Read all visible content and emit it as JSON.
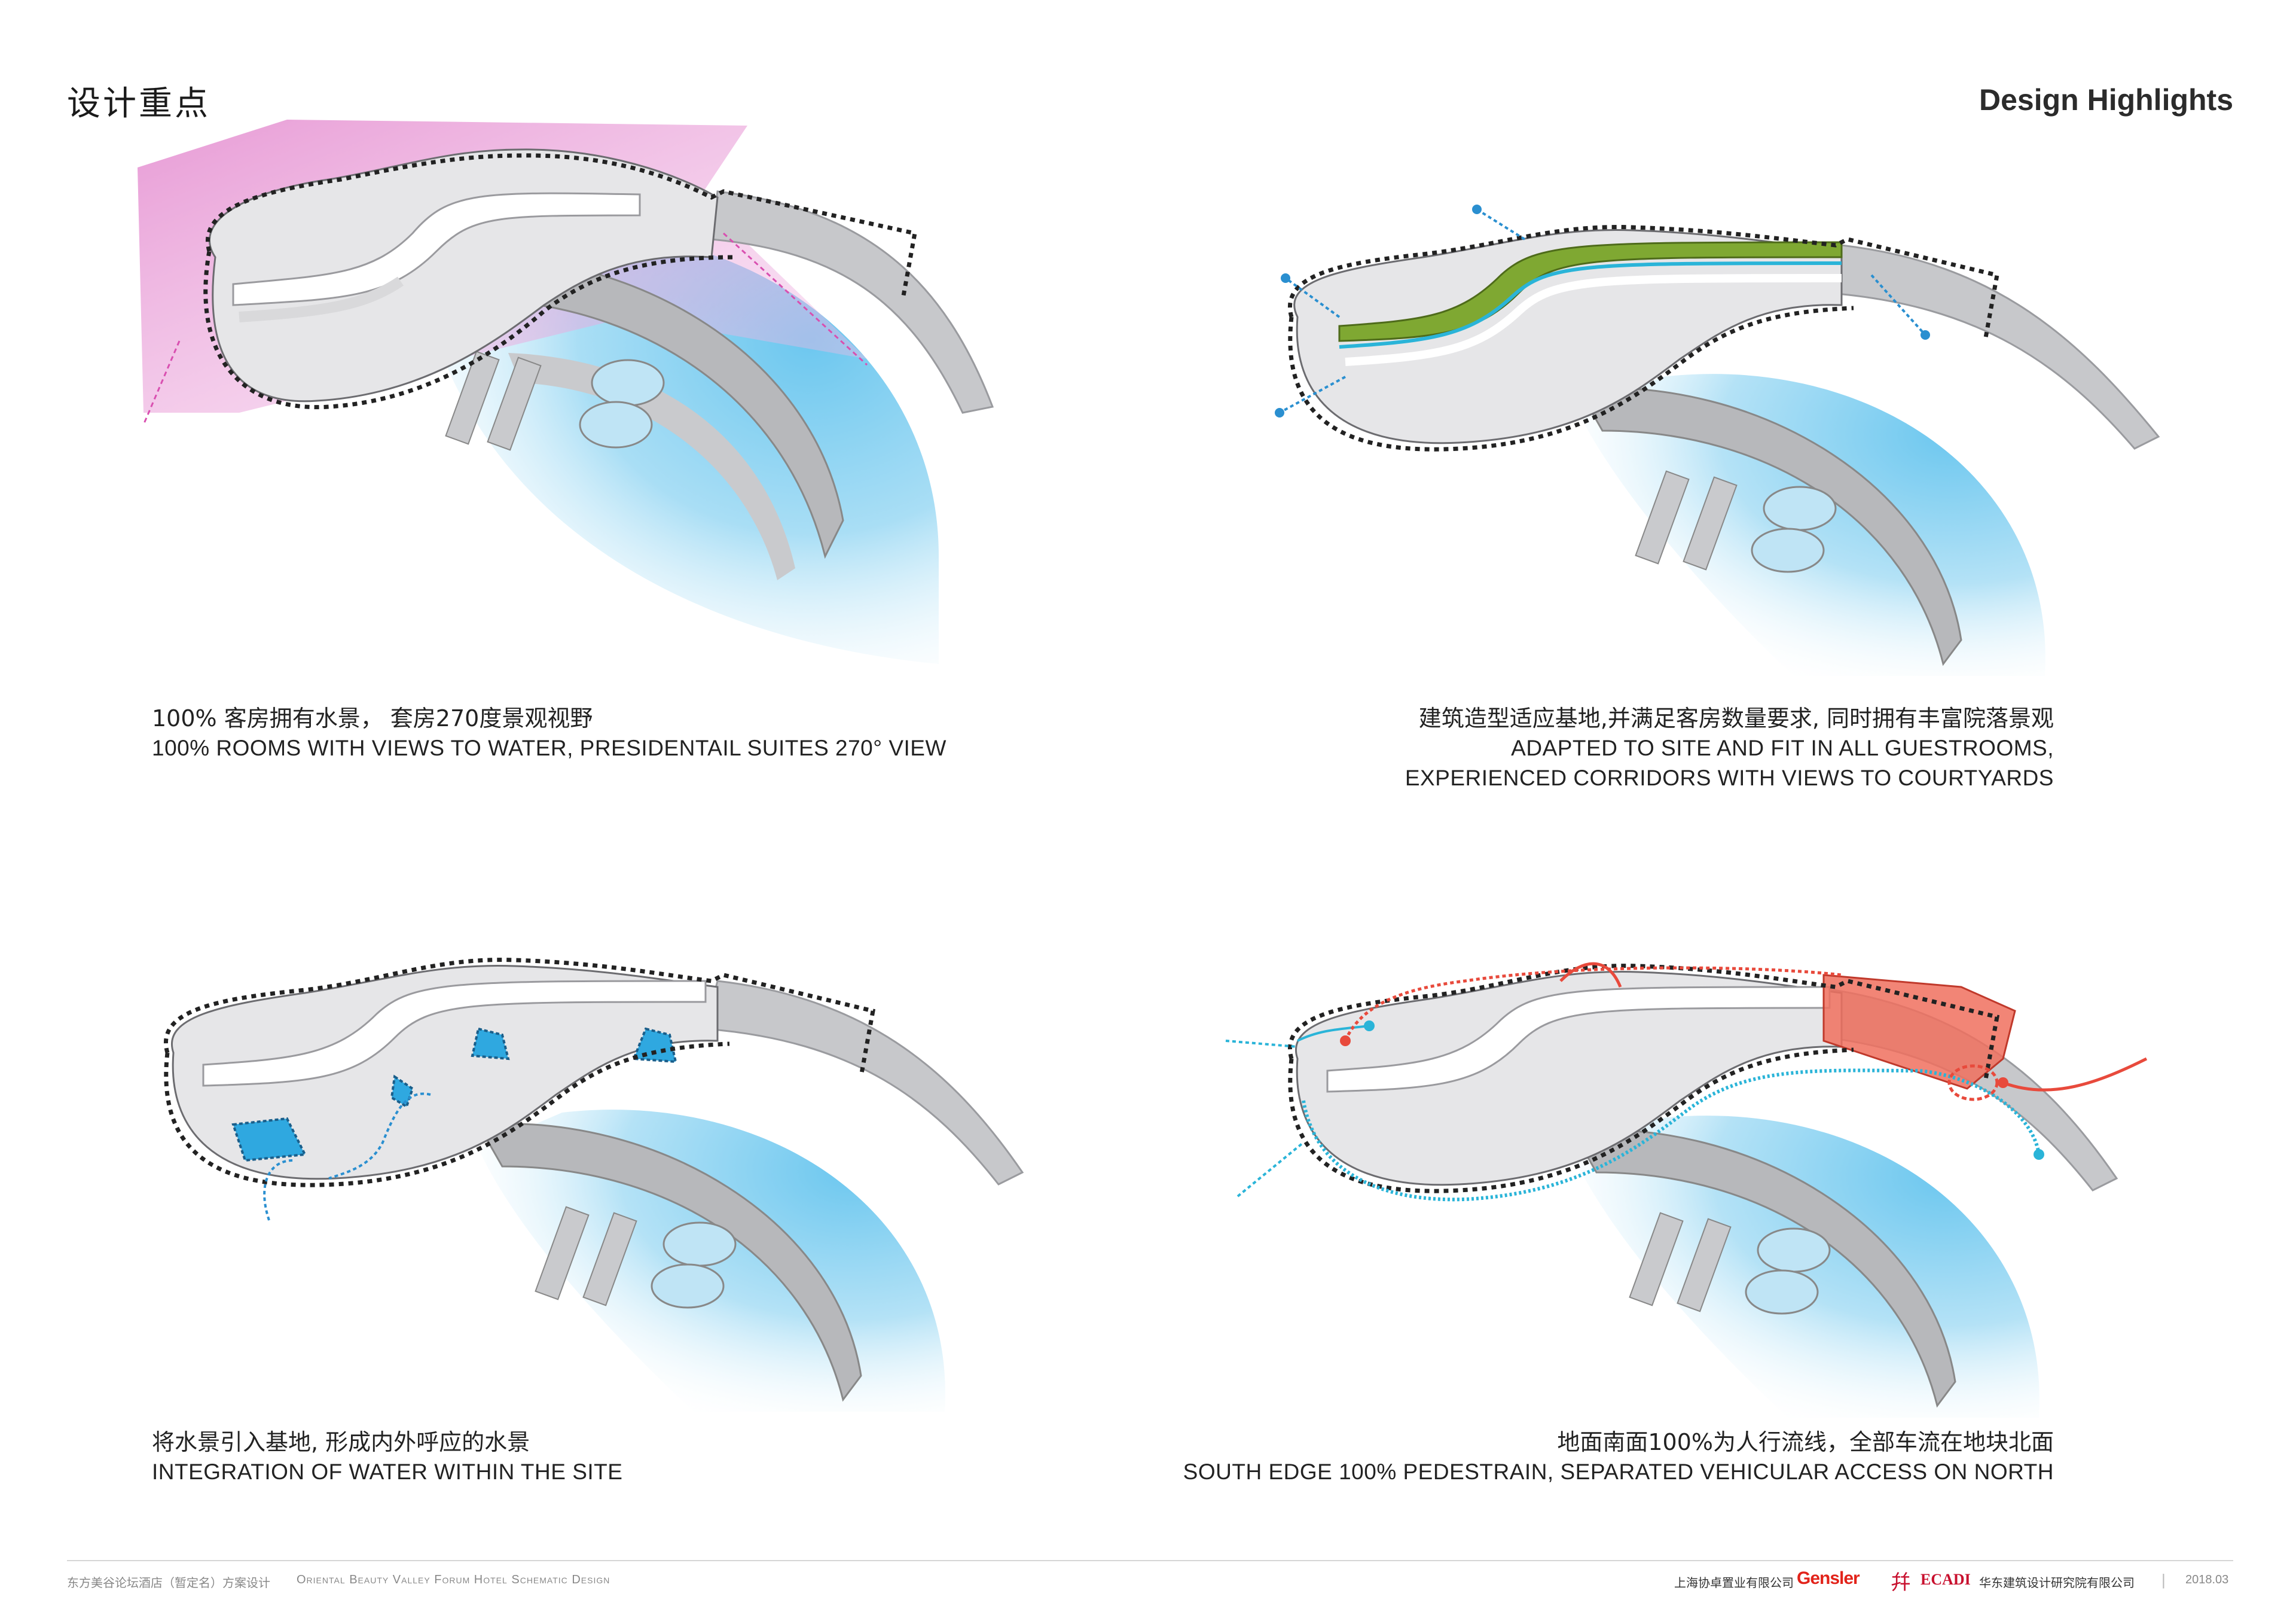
{
  "header": {
    "title_cn": "设计重点",
    "title_en": "Design Highlights"
  },
  "panels": [
    {
      "caption_cn": "100%  客房拥有水景， 套房270度景观视野",
      "caption_en": "100% ROOMS WITH VIEWS TO WATER, PRESIDENTAIL SUITES 270° VIEW"
    },
    {
      "caption_cn": "建筑造型适应基地,并满足客房数量要求, 同时拥有丰富院落景观",
      "caption_en_1": "ADAPTED TO SITE AND FIT IN ALL GUESTROOMS,",
      "caption_en_2": "EXPERIENCED CORRIDORS WITH VIEWS TO COURTYARDS"
    },
    {
      "caption_cn": "将水景引入基地, 形成内外呼应的水景",
      "caption_en": "INTEGRATION OF WATER WITHIN THE SITE"
    },
    {
      "caption_cn": "地面南面100%为人行流线，全部车流在地块北面",
      "caption_en": "SOUTH EDGE 100% PEDESTRAIN, SEPARATED VEHICULAR ACCESS ON NORTH"
    }
  ],
  "footer": {
    "project_cn": "东方美谷论坛酒店（暂定名）方案设计",
    "project_en": "Oriental Beauty Valley Forum Hotel Schematic Design",
    "client_cn": "上海协卓置业有限公司",
    "gensler": "Gensler",
    "ecadi_mark": "幷",
    "ecadi": "ECADI",
    "ecadi_cn": "华东建筑设计研究院有限公司",
    "separator": "|",
    "date": "2018.03"
  },
  "colors": {
    "water": "#8fd3f2",
    "building": "#e8e8ea",
    "wing": "#b7b8bb",
    "view_magenta": "#d94fb0",
    "green_roof": "#6e9a2a",
    "pedestrian": "#2ab4d8",
    "vehicle": "#e84a3c"
  }
}
